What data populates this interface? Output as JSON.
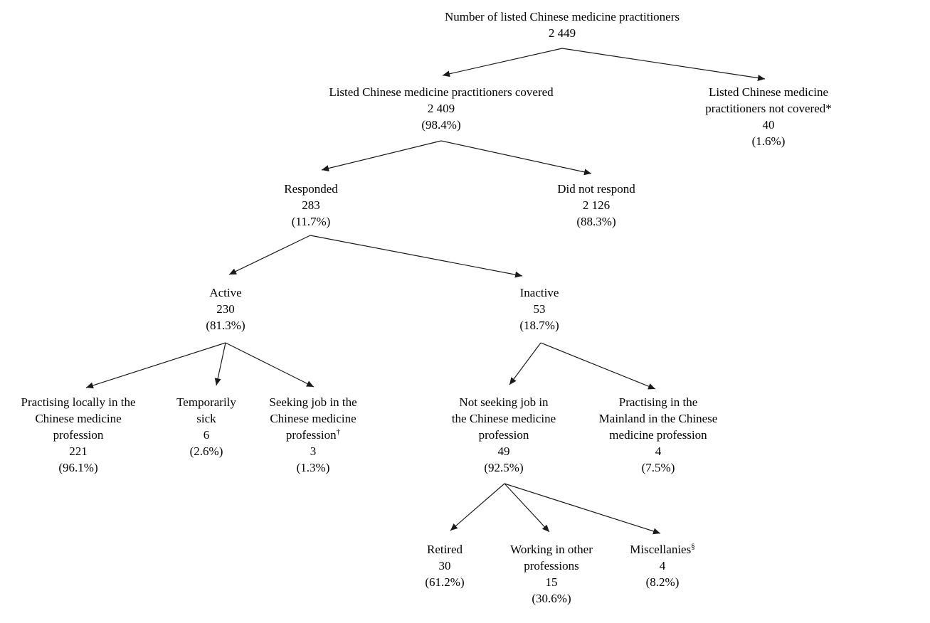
{
  "figure": {
    "background_color": "#ffffff",
    "text_color": "#000000",
    "arrow_color": "#1a1a1a"
  },
  "nodes": {
    "root": {
      "label": "Number of listed Chinese medicine practitioners",
      "value": "2 449"
    },
    "covered": {
      "label": "Listed Chinese medicine practitioners covered",
      "value": "2 409",
      "percent": "(98.4%)"
    },
    "not_covered": {
      "label": "Listed Chinese medicine practitioners not covered*",
      "value": "40",
      "percent": "(1.6%)"
    },
    "responded": {
      "label": "Responded",
      "value": "283",
      "percent": "(11.7%)"
    },
    "did_not_respond": {
      "label": "Did not respond",
      "value": "2 126",
      "percent": "(88.3%)"
    },
    "active": {
      "label": "Active",
      "value": "230",
      "percent": "(81.3%)"
    },
    "inactive": {
      "label": "Inactive",
      "value": "53",
      "percent": "(18.7%)"
    },
    "practising_locally": {
      "label": [
        "Practising locally in the",
        "Chinese medicine",
        "profession"
      ],
      "value": "221",
      "percent": "(96.1%)"
    },
    "temporarily_sick": {
      "label": [
        "Temporarily",
        "sick"
      ],
      "value": "6",
      "percent": "(2.6%)"
    },
    "seeking_job": {
      "label": [
        "Seeking job in the",
        "Chinese medicine",
        "profession"
      ],
      "sup": "†",
      "value": "3",
      "percent": "(1.3%)"
    },
    "not_seeking_job": {
      "label": [
        "Not seeking job in",
        "the Chinese medicine",
        "profession"
      ],
      "value": "49",
      "percent": "(92.5%)"
    },
    "practising_mainland": {
      "label": [
        "Practising in the",
        "Mainland in the Chinese",
        "medicine profession"
      ],
      "value": "4",
      "percent": "(7.5%)"
    },
    "retired": {
      "label": "Retired",
      "value": "30",
      "percent": "(61.2%)"
    },
    "working_other_professions": {
      "label": [
        "Working in other",
        "professions"
      ],
      "value": "15",
      "percent": "(30.6%)"
    },
    "miscellanies": {
      "label": "Miscellanies",
      "sup": "§",
      "value": "4",
      "percent": "(8.2%)"
    }
  },
  "edges": [
    {
      "from": "root",
      "to": "covered"
    },
    {
      "from": "root",
      "to": "not_covered"
    },
    {
      "from": "covered",
      "to": "responded"
    },
    {
      "from": "covered",
      "to": "did_not_respond"
    },
    {
      "from": "responded",
      "to": "active"
    },
    {
      "from": "responded",
      "to": "inactive"
    },
    {
      "from": "active",
      "to": "practising_locally"
    },
    {
      "from": "active",
      "to": "temporarily_sick"
    },
    {
      "from": "active",
      "to": "seeking_job"
    },
    {
      "from": "inactive",
      "to": "not_seeking_job"
    },
    {
      "from": "inactive",
      "to": "practising_mainland"
    },
    {
      "from": "not_seeking_job",
      "to": "retired"
    },
    {
      "from": "not_seeking_job",
      "to": "working_other_professions"
    },
    {
      "from": "not_seeking_job",
      "to": "miscellanies"
    }
  ]
}
